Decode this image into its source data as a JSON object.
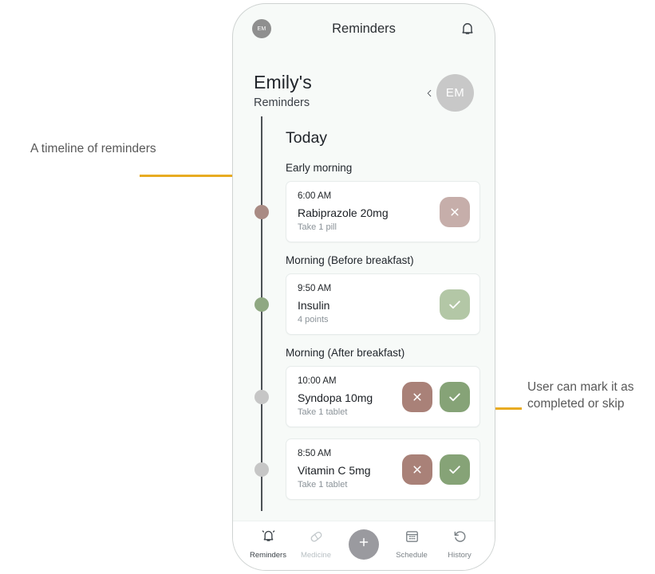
{
  "annotations": {
    "left": "A timeline of reminders",
    "right": "User can mark it as completed or skip"
  },
  "phone": {
    "topbar": {
      "avatar_initials": "EM",
      "title": "Reminders",
      "bell_icon": "bell-icon"
    },
    "profile": {
      "name": "Emily's",
      "subtitle": "Reminders",
      "avatar_initials": "EM",
      "back_icon": "chevron-left-icon"
    },
    "timeline": {
      "day_title": "Today",
      "slots": [
        {
          "label": "Early morning",
          "dot_color": "#a98b84",
          "card": {
            "time": "6:00 AM",
            "medicine": "Rabiprazole 20mg",
            "dose": "Take 1 pill",
            "actions": [
              {
                "icon": "close-icon",
                "name": "skip-button",
                "color": "#c6aeaa"
              }
            ]
          }
        },
        {
          "label": "Morning (Before breakfast)",
          "dot_color": "#8fa882",
          "card": {
            "time": "9:50 AM",
            "medicine": "Insulin",
            "dose": "4 points",
            "actions": [
              {
                "icon": "check-icon",
                "name": "complete-button",
                "color": "#b3c7a6"
              }
            ]
          }
        },
        {
          "label": "Morning (After breakfast)",
          "dot_color": "#c6c6c6",
          "card": {
            "time": "10:00 AM",
            "medicine": "Syndopa 10mg",
            "dose": "Take 1 tablet",
            "actions": [
              {
                "icon": "close-icon",
                "name": "skip-button",
                "color": "#a98178"
              },
              {
                "icon": "check-icon",
                "name": "complete-button",
                "color": "#86a377"
              }
            ]
          }
        },
        {
          "label": "",
          "dot_color": "#c6c6c6",
          "card": {
            "time": "8:50 AM",
            "medicine": "Vitamin C 5mg",
            "dose": "Take 1 tablet",
            "actions": [
              {
                "icon": "close-icon",
                "name": "skip-button",
                "color": "#a98178"
              },
              {
                "icon": "check-icon",
                "name": "complete-button",
                "color": "#86a377"
              }
            ]
          }
        }
      ]
    },
    "bottom_nav": {
      "items": [
        {
          "label": "Reminders",
          "icon": "bell-ringing-icon",
          "state": "active"
        },
        {
          "label": "Medicine",
          "icon": "pill-icon",
          "state": "dim"
        },
        {
          "label": "",
          "icon": "plus-icon",
          "state": "fab"
        },
        {
          "label": "Schedule",
          "icon": "calendar-icon",
          "state": "mid"
        },
        {
          "label": "History",
          "icon": "history-icon",
          "state": "mid"
        }
      ]
    }
  },
  "colors": {
    "arrow": "#e8ab21",
    "annotation_text": "#585858",
    "phone_bg": "#f7faf8"
  }
}
